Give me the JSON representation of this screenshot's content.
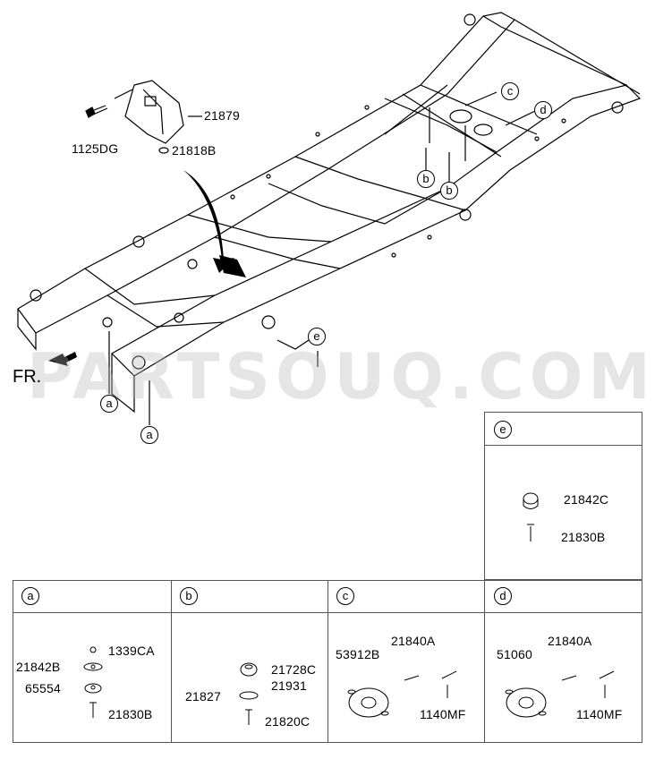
{
  "watermark": "PARTSOUQ.COM",
  "direction_label": "FR.",
  "callouts": {
    "a1": "a",
    "a2": "a",
    "b1": "b",
    "b2": "b",
    "c": "c",
    "d": "d",
    "e": "e"
  },
  "top_parts": {
    "bracket": "21879",
    "bolt": "1125DG",
    "nut": "21818B"
  },
  "panel_e": {
    "header": "e",
    "parts": [
      "21842C",
      "21830B"
    ]
  },
  "panel_a": {
    "header": "a",
    "parts": [
      "1339CA",
      "21842B",
      "65554",
      "21830B"
    ]
  },
  "panel_b": {
    "header": "b",
    "parts": [
      "21728C",
      "21931",
      "21827",
      "21820C"
    ]
  },
  "panel_c": {
    "header": "c",
    "parts": [
      "53912B",
      "21840A",
      "1140MF"
    ]
  },
  "panel_d": {
    "header": "d",
    "parts": [
      "51060",
      "21840A",
      "1140MF"
    ]
  }
}
